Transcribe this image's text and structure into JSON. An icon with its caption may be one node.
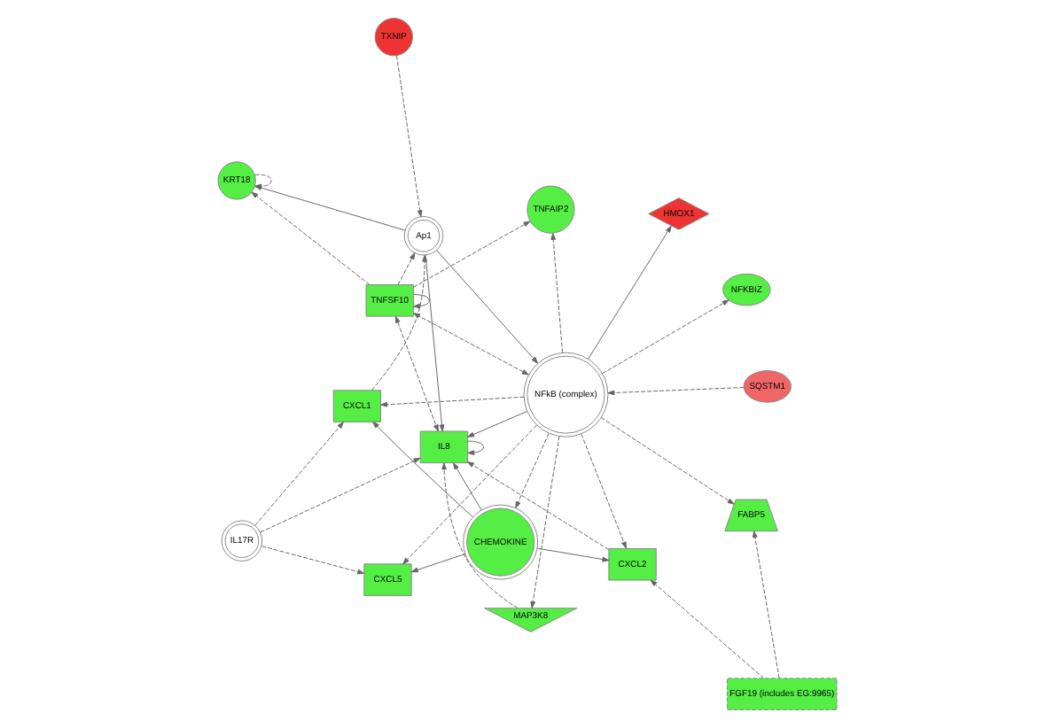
{
  "diagram": {
    "nodes": [
      {
        "text": [
          "IL17R"
        ]
      },
      {
        "text": [
          "CXCL5"
        ]
      },
      {
        "text": [
          "CHEMOKINE"
        ]
      },
      {
        "text": [
          "CXCL1"
        ]
      },
      {
        "text": [
          "TXNIP"
        ]
      },
      {
        "text": [
          "Ap1"
        ]
      },
      {
        "text": [
          "IL8"
        ]
      },
      {
        "text": [
          "CXCL2"
        ]
      },
      {
        "text": [
          "FGF19 (includes EG:9965)"
        ]
      },
      {
        "text": [
          "MAP3K8"
        ]
      },
      {
        "text": [
          "KRT18"
        ]
      },
      {
        "text": [
          "TNFSF10"
        ]
      },
      {
        "text": [
          "FABP5"
        ]
      },
      {
        "text": [
          "NFkB (complex)"
        ]
      },
      {
        "text": [
          "TNFAIP2"
        ]
      },
      {
        "text": [
          "NFKBIZ"
        ]
      },
      {
        "text": [
          "SQSTM1"
        ]
      },
      {
        "text": [
          "HMOX1"
        ]
      }
    ],
    "edges": [
      {
        "from": 0,
        "to": 1,
        "arrow": "to",
        "style": "dashed"
      },
      {
        "from": 0,
        "to": 3,
        "arrow": "to",
        "style": "dashed"
      },
      {
        "from": 0,
        "to": 6,
        "arrow": "to",
        "style": "dashed"
      },
      {
        "from": 2,
        "to": 1,
        "arrow": "to"
      },
      {
        "from": 2,
        "to": 3,
        "arrow": "to"
      },
      {
        "from": 2,
        "to": 6,
        "arrow": "to"
      },
      {
        "from": 2,
        "to": 7,
        "arrow": "to"
      },
      {
        "from": 6,
        "to": 6,
        "arrow": "to"
      },
      {
        "from": 3,
        "to": 5,
        "arrow": "to",
        "style": "dashed"
      },
      {
        "from": 4,
        "to": 5,
        "arrow": "to",
        "style": "dashed"
      },
      {
        "from": 5,
        "to": 6,
        "arrow": "to"
      },
      {
        "from": 5,
        "to": 10,
        "arrow": "to"
      },
      {
        "from": 10,
        "to": 10,
        "arrow": "to",
        "style": "dashed"
      },
      {
        "from": 8,
        "to": 7,
        "arrow": "to",
        "style": "dashed"
      },
      {
        "from": 8,
        "to": 12,
        "arrow": "to",
        "style": "dashed"
      },
      {
        "from": 7,
        "to": 6,
        "arrow": "to",
        "style": "dashed"
      },
      {
        "from": 9,
        "to": 6,
        "arrow": "to",
        "style": "dashed"
      },
      {
        "from": 11,
        "to": 5,
        "arrow": "to",
        "style": "dashed"
      },
      {
        "from": 11,
        "to": 6,
        "arrow": "both",
        "style": "dashed"
      },
      {
        "from": 11,
        "to": 11,
        "arrow": "to"
      },
      {
        "from": 11,
        "to": 10,
        "arrow": "to",
        "style": "dashed"
      },
      {
        "from": 11,
        "to": 14,
        "arrow": "to",
        "style": "dashed"
      },
      {
        "from": 13,
        "to": 11,
        "arrow": "both",
        "style": "dashed"
      },
      {
        "from": 5,
        "to": 13,
        "arrow": "to"
      },
      {
        "from": 13,
        "to": 1,
        "arrow": "to",
        "style": "dashed"
      },
      {
        "from": 13,
        "to": 2,
        "arrow": "to",
        "style": "dashed"
      },
      {
        "from": 13,
        "to": 3,
        "arrow": "to",
        "style": "dashed"
      },
      {
        "from": 13,
        "to": 6,
        "arrow": "to"
      },
      {
        "from": 13,
        "to": 7,
        "arrow": "to",
        "style": "dashed"
      },
      {
        "from": 13,
        "to": 9,
        "arrow": "to",
        "style": "dashed"
      },
      {
        "from": 13,
        "to": 12,
        "arrow": "to",
        "style": "dashed"
      },
      {
        "from": 13,
        "to": 14,
        "arrow": "to",
        "style": "dashed"
      },
      {
        "from": 13,
        "to": 15,
        "arrow": "to",
        "style": "dashed"
      },
      {
        "from": 13,
        "to": 17,
        "arrow": "to"
      },
      {
        "from": 16,
        "to": 13,
        "arrow": "to",
        "style": "dashed"
      }
    ]
  }
}
